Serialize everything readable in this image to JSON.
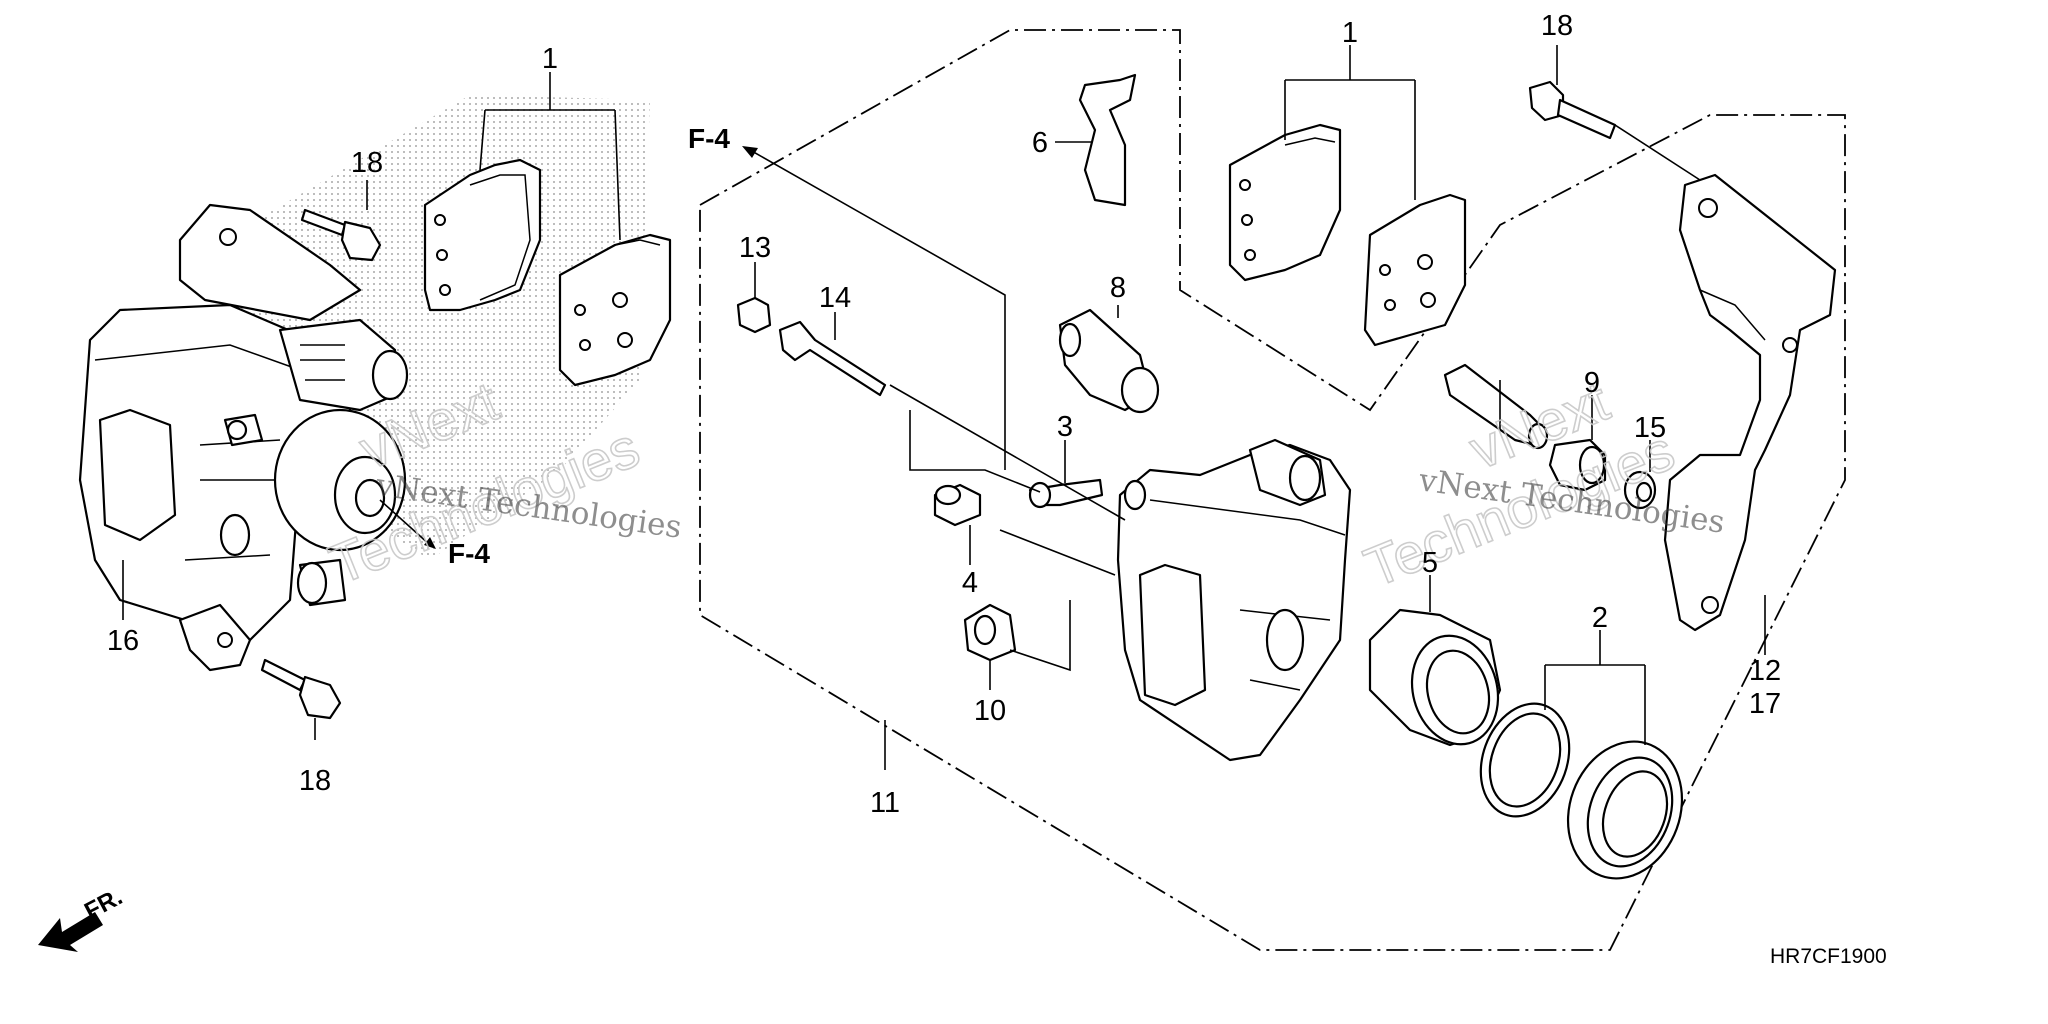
{
  "references": {
    "upper": "F-4",
    "lower": "F-4"
  },
  "callouts": {
    "c1_left": "1",
    "c1_right": "1",
    "c2": "2",
    "c3": "3",
    "c4": "4",
    "c5": "5",
    "c6": "6",
    "c8": "8",
    "c9": "9",
    "c10": "10",
    "c11": "11",
    "c12": "12",
    "c13": "13",
    "c14": "14",
    "c15": "15",
    "c16": "16",
    "c17": "17",
    "c18_left_top": "18",
    "c18_left_bottom": "18",
    "c18_right": "18"
  },
  "front_indicator": "FR.",
  "diagram_code": "HR7CF1900",
  "watermarks": {
    "left_small": "vNext Technologies",
    "right_small": "vNext Technologies",
    "left_outline_1": "vNext",
    "left_outline_2": "Technologies",
    "right_outline_1": "vNext",
    "right_outline_2": "Technologies"
  }
}
